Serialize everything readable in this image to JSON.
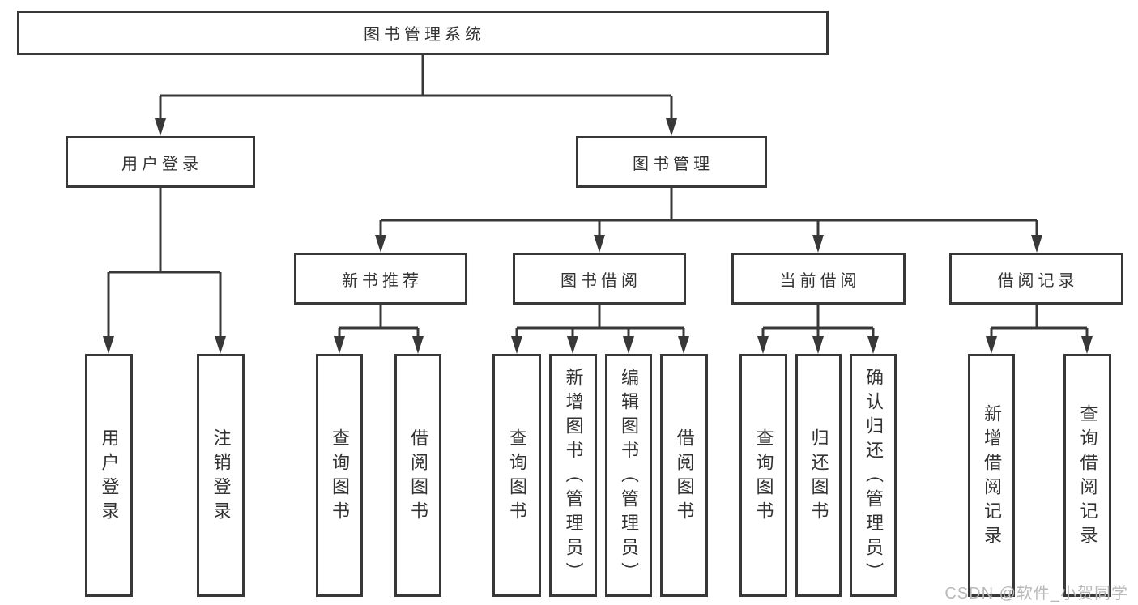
{
  "watermark": "CSDN @软件_小贺同学",
  "colors": {
    "line": "#383838",
    "box_border": "#383838",
    "text": "#333333",
    "background": "#ffffff",
    "watermark": "#b9b9b9"
  },
  "tree": {
    "root": "图书管理系统",
    "branches": [
      {
        "label": "用户登录",
        "children": [
          "用户登录",
          "注销登录"
        ]
      },
      {
        "label": "图书管理",
        "groups": [
          {
            "label": "新书推荐",
            "children": [
              "查询图书",
              "借阅图书"
            ]
          },
          {
            "label": "图书借阅",
            "children": [
              "查询图书",
              "新增图书（管理员）",
              "编辑图书（管理员）",
              "借阅图书"
            ]
          },
          {
            "label": "当前借阅",
            "children": [
              "查询图书",
              "归还图书",
              "确认归还（管理员）"
            ]
          },
          {
            "label": "借阅记录",
            "children": [
              "新增借阅记录",
              "查询借阅记录"
            ]
          }
        ]
      }
    ]
  }
}
